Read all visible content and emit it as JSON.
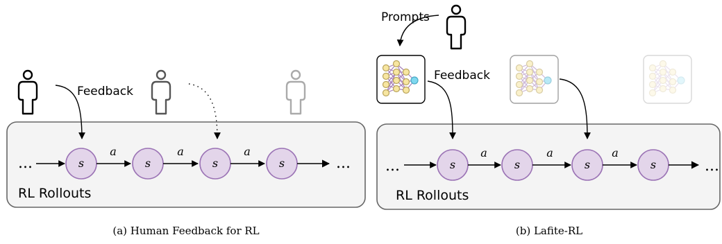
{
  "left_panel": {
    "feedback_label": "Feedback",
    "rollouts_label": "RL Rollouts",
    "state_symbol": "s",
    "action_symbol": "a",
    "ellipsis": "...",
    "caption": "(a)  Human Feedback for RL"
  },
  "right_panel": {
    "prompts_label": "Prompts",
    "feedback_label": "Feedback",
    "rollouts_label": "RL Rollouts",
    "state_symbol": "s",
    "action_symbol": "a",
    "ellipsis": "...",
    "caption": "(b) Lafite-RL"
  },
  "colors": {
    "state_fill": "#e3d5ea",
    "state_stroke": "#9b73b5",
    "box_fill": "#f4f4f4",
    "box_stroke": "#666666",
    "neuron_fill": "#f7e6a1",
    "neuron_stroke": "#b9a35a",
    "output_fill": "#7fd8ef",
    "edge_color": "#9b6fb0"
  }
}
